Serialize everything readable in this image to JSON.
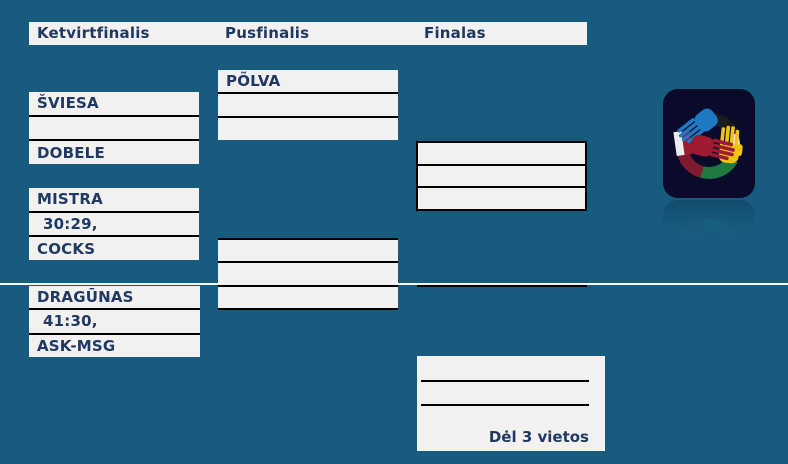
{
  "colors": {
    "background": "#175C7E",
    "cell_fill": "#F2F1EF",
    "text": "#1F3864",
    "divider": "#000000",
    "logo_background": "#0A0A2A"
  },
  "header": {
    "quarterfinals_label": "Ketvirtfinalis",
    "semifinals_label": "Pusfinalis",
    "finals_label": "Finalas"
  },
  "quarterfinals": [
    {
      "team1": "ŠVIESA",
      "score": "",
      "team2": "DOBELE"
    },
    {
      "team1": "MISTRA",
      "score": "30:29,",
      "team2": "COCKS"
    },
    {
      "team1": "DRAGŪNAS",
      "score": "41:30,",
      "team2": "ASK-MSG"
    }
  ],
  "semifinals": [
    {
      "team1": "PÕLVA",
      "score": "",
      "team2": ""
    },
    {
      "team1": "",
      "score": "",
      "team2": ""
    }
  ],
  "final": {
    "team1": "",
    "score": "",
    "team2": ""
  },
  "third_place": {
    "label": "Dėl 3 vietos"
  },
  "logo": {
    "name": "hands-circle-logo"
  }
}
